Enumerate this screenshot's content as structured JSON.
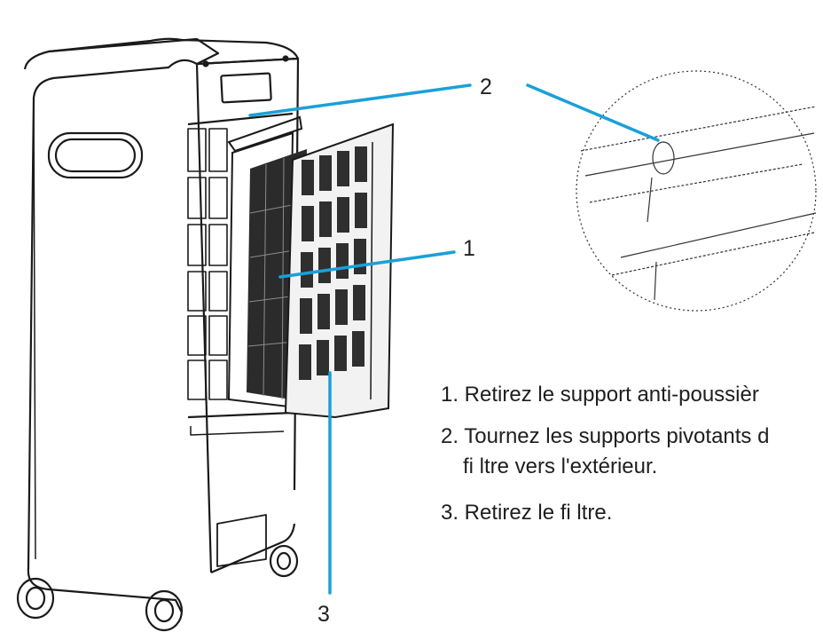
{
  "callouts": {
    "one": "1",
    "two": "2",
    "three": "3"
  },
  "instructions": [
    {
      "line1": "1. Retirez le support anti-poussièr"
    },
    {
      "line1": "2. Tournez les supports pivotants d",
      "line2": "fi ltre vers l'extérieur."
    },
    {
      "line1": "3. Retirez le fi ltre."
    }
  ],
  "colors": {
    "leader": "#1aa0d8",
    "outline": "#1a1a1a",
    "filter_dark": "#2b2b2b"
  },
  "icons": [
    "air-cooler-illustration",
    "detail-magnifier-circle"
  ]
}
